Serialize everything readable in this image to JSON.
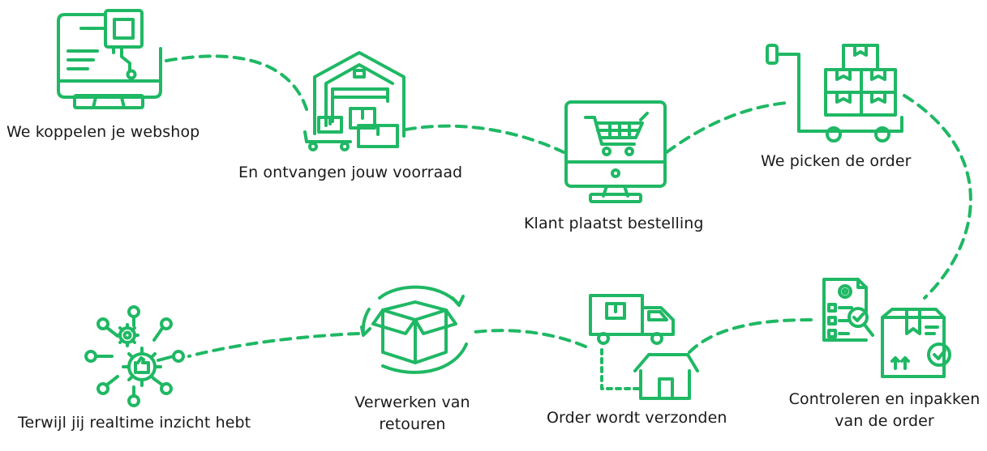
{
  "theme": {
    "accent": "#1fb864",
    "text": "#1a1a1a"
  },
  "steps": [
    {
      "id": "webshop",
      "icon": "computer-chip-icon",
      "label": "We koppelen je webshop"
    },
    {
      "id": "voorraad",
      "icon": "warehouse-icon",
      "label": "En ontvangen jouw voorraad"
    },
    {
      "id": "bestelling",
      "icon": "shopping-cart-monitor-icon",
      "label": "Klant plaatst bestelling"
    },
    {
      "id": "picken",
      "icon": "hand-truck-boxes-icon",
      "label": "We picken de order"
    },
    {
      "id": "inpakken",
      "icon": "checklist-package-icon",
      "label_line1": "Controleren en inpakken",
      "label_line2": "van de order"
    },
    {
      "id": "verzonden",
      "icon": "delivery-truck-house-icon",
      "label": "Order wordt verzonden"
    },
    {
      "id": "retouren",
      "icon": "return-box-icon",
      "label_line1": "Verwerken van",
      "label_line2": "retouren"
    },
    {
      "id": "inzicht",
      "icon": "gear-network-icon",
      "label": "Terwijl jij realtime inzicht hebt"
    }
  ]
}
